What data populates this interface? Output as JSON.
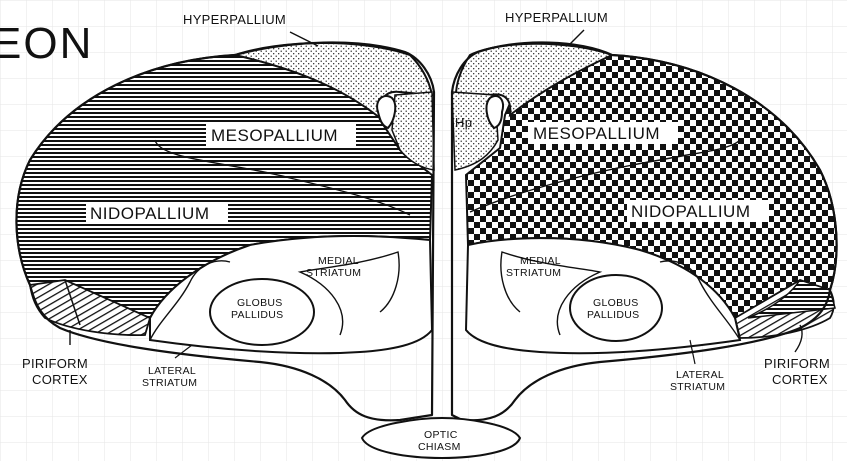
{
  "title": "EON",
  "labels": {
    "hyperpallium_left": "HYPERPALLIUM",
    "hyperpallium_right": "HYPERPALLIUM",
    "mesopallium_left": "MESOPALLIUM",
    "mesopallium_right": "MESOPALLIUM",
    "nidopallium_left": "NIDOPALLIUM",
    "nidopallium_right": "NIDOPALLIUM",
    "hp": "Hp",
    "medial_striatum_left_1": "MEDIAL",
    "medial_striatum_left_2": "STRIATUM",
    "medial_striatum_right_1": "MEDIAL",
    "medial_striatum_right_2": "STRIATUM",
    "globus_left_1": "GLOBUS",
    "globus_left_2": "PALLIDUS",
    "globus_right_1": "GLOBUS",
    "globus_right_2": "PALLIDUS",
    "lateral_left_1": "LATERAL",
    "lateral_left_2": "STRIATUM",
    "lateral_right_1": "LATERAL",
    "lateral_right_2": "STRIATUM",
    "piriform_left_1": "PIRIFORM",
    "piriform_left_2": "CORTEX",
    "piriform_right_1": "PIRIFORM",
    "piriform_right_2": "CORTEX",
    "optic_1": "OPTIC",
    "optic_2": "CHIASM"
  },
  "colors": {
    "ink": "#111111",
    "background": "#ffffff",
    "grid": "#e6e6e6"
  }
}
